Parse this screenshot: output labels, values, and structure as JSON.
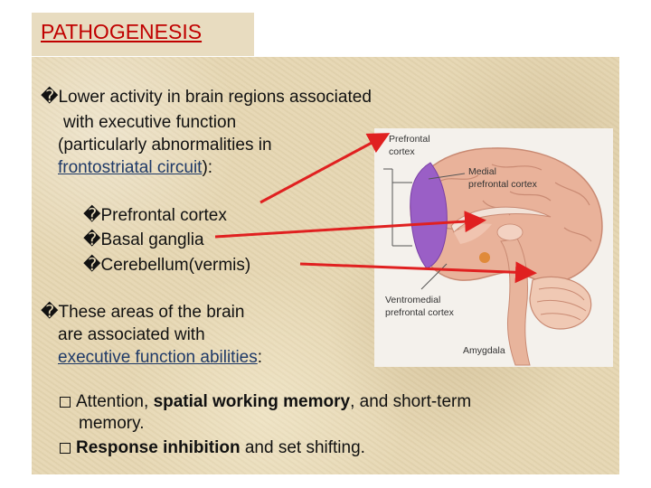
{
  "title": "PATHOGENESIS",
  "bullet1": {
    "glyph": "�",
    "line1": "Lower activity in brain regions associated",
    "line2": "with executive function",
    "line3": "(particularly abnormalities in",
    "link": "frontostriatal circuit",
    "after": "):"
  },
  "sub_items": [
    {
      "glyph": "�",
      "label": "Prefrontal cortex"
    },
    {
      "glyph": "�",
      "label": "Basal ganglia"
    },
    {
      "glyph": "�",
      "label": "Cerebellum(vermis)"
    }
  ],
  "bullet2": {
    "glyph": "�",
    "line1": "These areas of the brain",
    "line2": "are associated with",
    "link": "executive function abilities",
    "after": ":"
  },
  "checklist": {
    "item1_bold": "spatial working memory",
    "item1_pre": "Attention, ",
    "item1_post": ", and short-term",
    "item1_cont": "memory.",
    "item2_bold": "Response inhibition",
    "item2_post": " and set shifting."
  },
  "brain_labels": {
    "prefrontal_l1": "Prefrontal",
    "prefrontal_l2": "cortex",
    "medial_l1": "Medial",
    "medial_l2": "prefrontal cortex",
    "ventro_l1": "Ventromedial",
    "ventro_l2": "prefrontal cortex",
    "amygdala": "Amygdala"
  },
  "colors": {
    "title": "#c00000",
    "arrow": "#e02020",
    "link": "#1f3a68"
  }
}
